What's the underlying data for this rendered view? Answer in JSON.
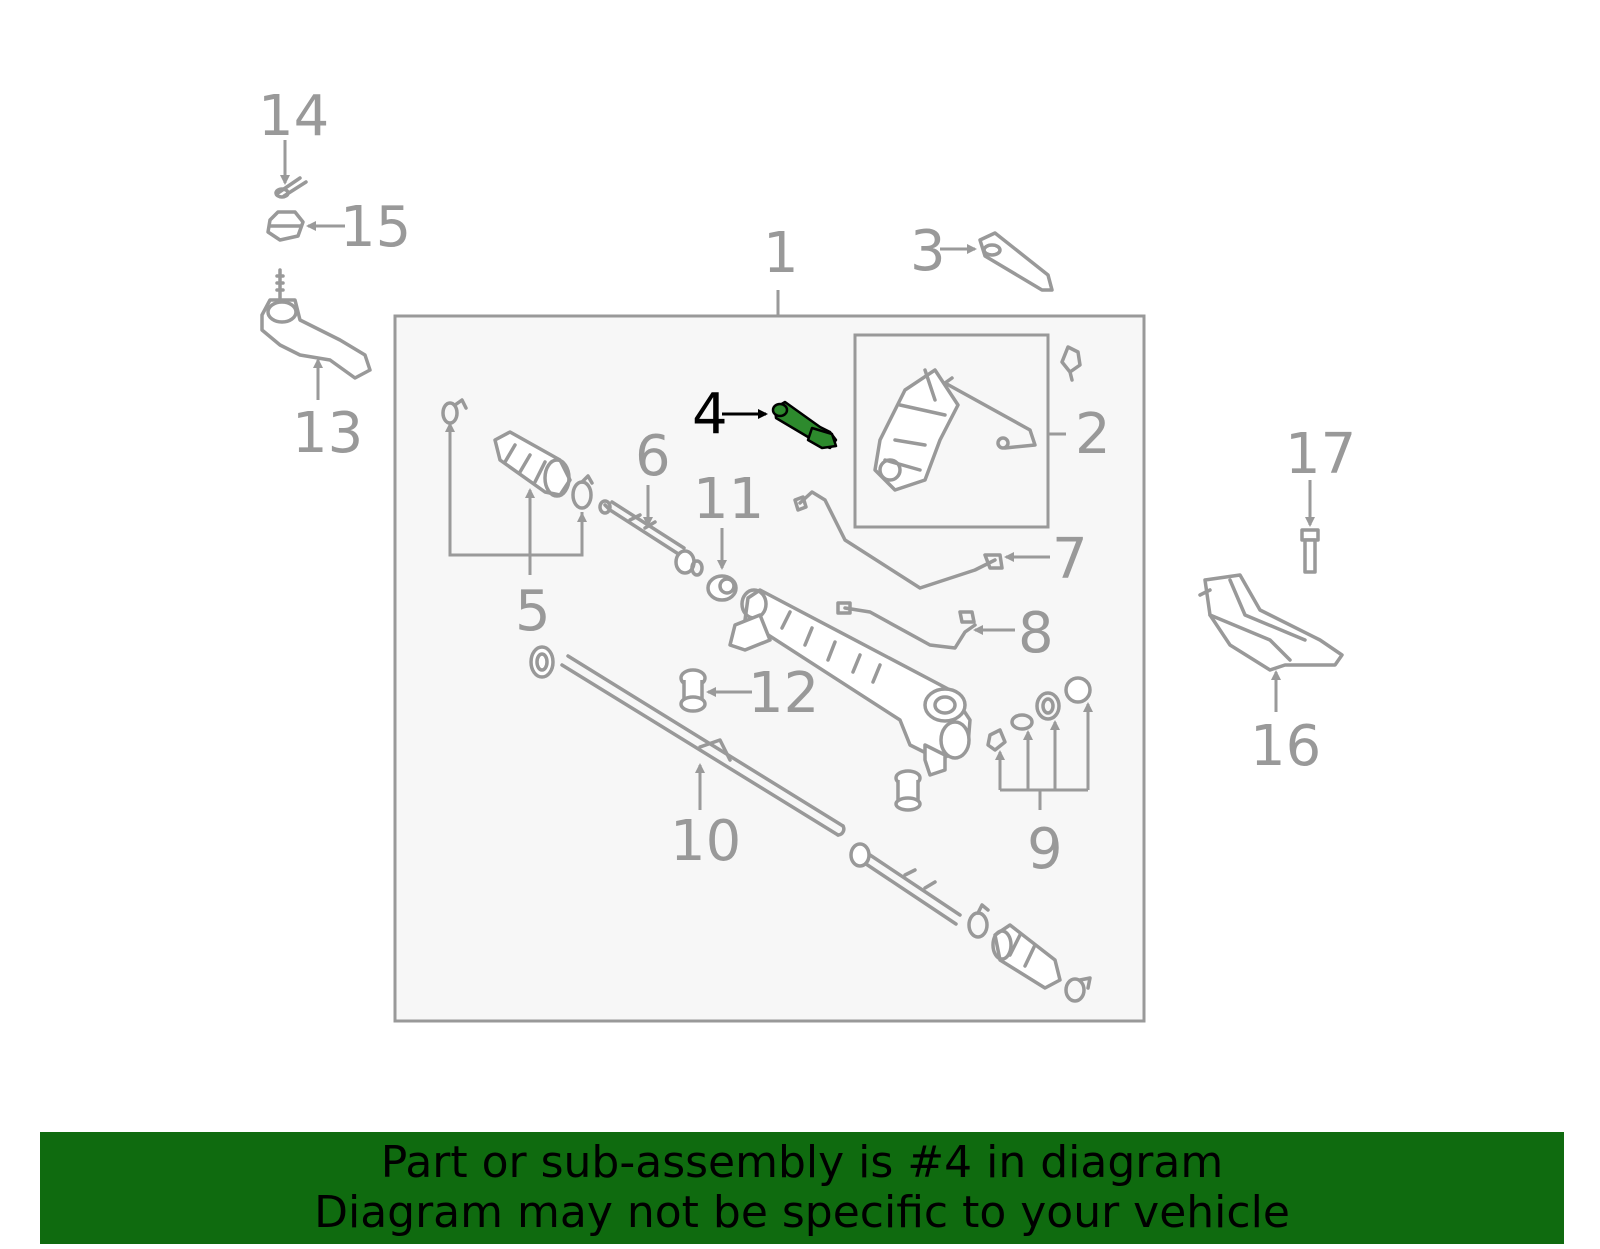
{
  "callouts": {
    "c1": "1",
    "c2": "2",
    "c3": "3",
    "c4": "4",
    "c5": "5",
    "c6": "6",
    "c7": "7",
    "c8": "8",
    "c9": "9",
    "c10": "10",
    "c11": "11",
    "c12": "12",
    "c13": "13",
    "c14": "14",
    "c15": "15",
    "c16": "16",
    "c17": "17"
  },
  "highlighted_part": "4",
  "colors": {
    "highlight_part": "#2d8a2d",
    "banner_bg": "#0f6b0f",
    "line_gray": "#999999",
    "panel_bg": "#f7f7f7"
  },
  "banner": {
    "line1": "Part or sub-assembly is #4 in diagram",
    "line2": "Diagram may not be specific to your vehicle"
  }
}
